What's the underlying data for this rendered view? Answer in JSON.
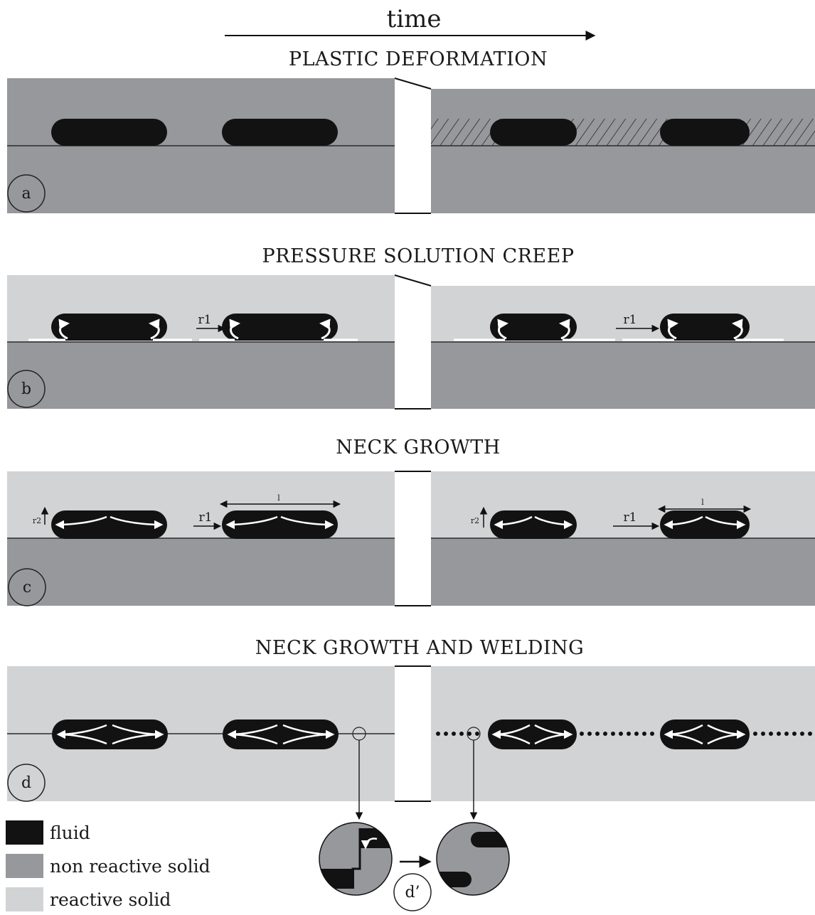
{
  "header": {
    "time_label": "time"
  },
  "panels": [
    {
      "id": "a",
      "title": "PLASTIC DEFORMATION",
      "letter": "a"
    },
    {
      "id": "b",
      "title": "PRESSURE SOLUTION CREEP",
      "letter": "b",
      "labels": {
        "r1_left": "r1",
        "r1_right": "r1"
      }
    },
    {
      "id": "c",
      "title": "NECK GROWTH",
      "letter": "c",
      "labels": {
        "r2_left": "r2",
        "r2_right": "r2",
        "r1_left": "r1",
        "r1_right": "r1",
        "l_left": "l",
        "l_right": "l"
      }
    },
    {
      "id": "d",
      "title": "NECK GROWTH AND WELDING",
      "letter": "d"
    }
  ],
  "inset": {
    "label": "d’"
  },
  "legend": [
    {
      "label": "fluid",
      "color": "#121212"
    },
    {
      "label": "non reactive solid",
      "color": "#97989c"
    },
    {
      "label": "reactive solid",
      "color": "#d2d3d5"
    }
  ],
  "colors": {
    "fluid": "#121212",
    "non_reactive_solid": "#97989c",
    "reactive_solid": "#d2d3d5",
    "line": "#2a2a2a"
  }
}
